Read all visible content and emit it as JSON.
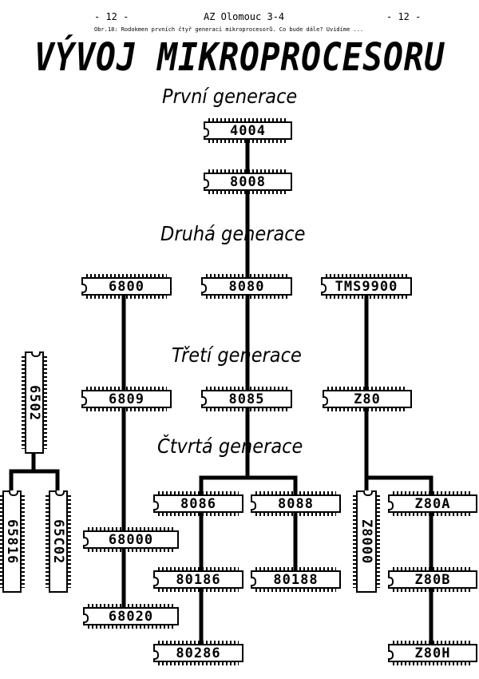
{
  "header": {
    "page_left": "- 12 -",
    "center": "AZ Olomouc 3-4",
    "page_right": "- 12 -",
    "caption": "Obr.18: Rodokmen prvních čtyř generací mikroprocesorů. Co bude dále? Uvidíme ..."
  },
  "title": "VÝVOJ MIKROPROCESORU",
  "generations": {
    "first": "První generace",
    "second": "Druhá generace",
    "third": "Třetí generace",
    "fourth": "Čtvrtá generace"
  },
  "chips": {
    "c4004": "4004",
    "c8008": "8008",
    "c6800": "6800",
    "c8080": "8080",
    "ctms": "TMS9900",
    "c6502": "6502",
    "c6809": "6809",
    "c8085": "8085",
    "cz80": "Z80",
    "c65816": "65816",
    "c65c02": "65C02",
    "c8086": "8086",
    "c8088": "8088",
    "cz8000": "Z8000",
    "cz80a": "Z80A",
    "c68000": "68000",
    "c80186": "80186",
    "c80188": "80188",
    "cz80b": "Z80B",
    "c68020": "68020",
    "c80286": "80286",
    "cz80h": "Z80H"
  }
}
